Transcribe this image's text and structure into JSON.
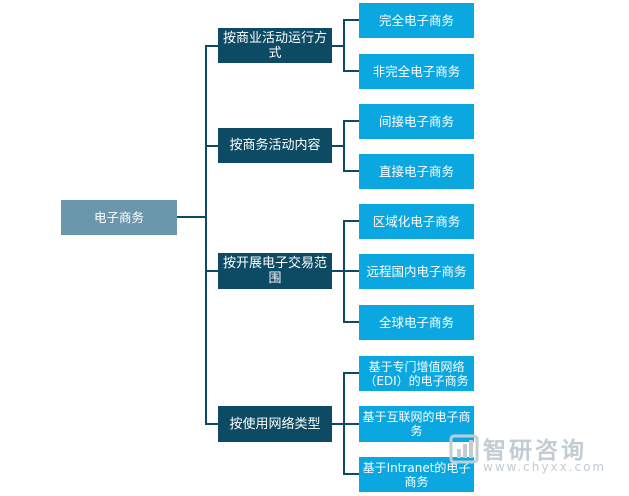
{
  "diagram": {
    "root": {
      "label": "电子商务"
    },
    "categories": [
      {
        "label": "按商业活动运行方式",
        "children": [
          "完全电子商务",
          "非完全电子商务"
        ]
      },
      {
        "label": "按商务活动内容",
        "children": [
          "间接电子商务",
          "直接电子商务"
        ]
      },
      {
        "label": "按开展电子交易范围",
        "children": [
          "区域化电子商务",
          "远程国内电子商务",
          "全球电子商务"
        ]
      },
      {
        "label": "按使用网络类型",
        "children": [
          "基于专门增值网络（EDI）的电子商务",
          "基于互联网的电子商务",
          "基于Intranet的电子商务"
        ]
      }
    ],
    "colors": {
      "root": "#6b97ad",
      "category": "#0d4a63",
      "leaf": "#0aa7e0",
      "connector": "#0d4a63"
    }
  },
  "watermark": {
    "name": "智研咨询",
    "url": "www.chyxx.com",
    "icon": "chart-logo-icon"
  }
}
